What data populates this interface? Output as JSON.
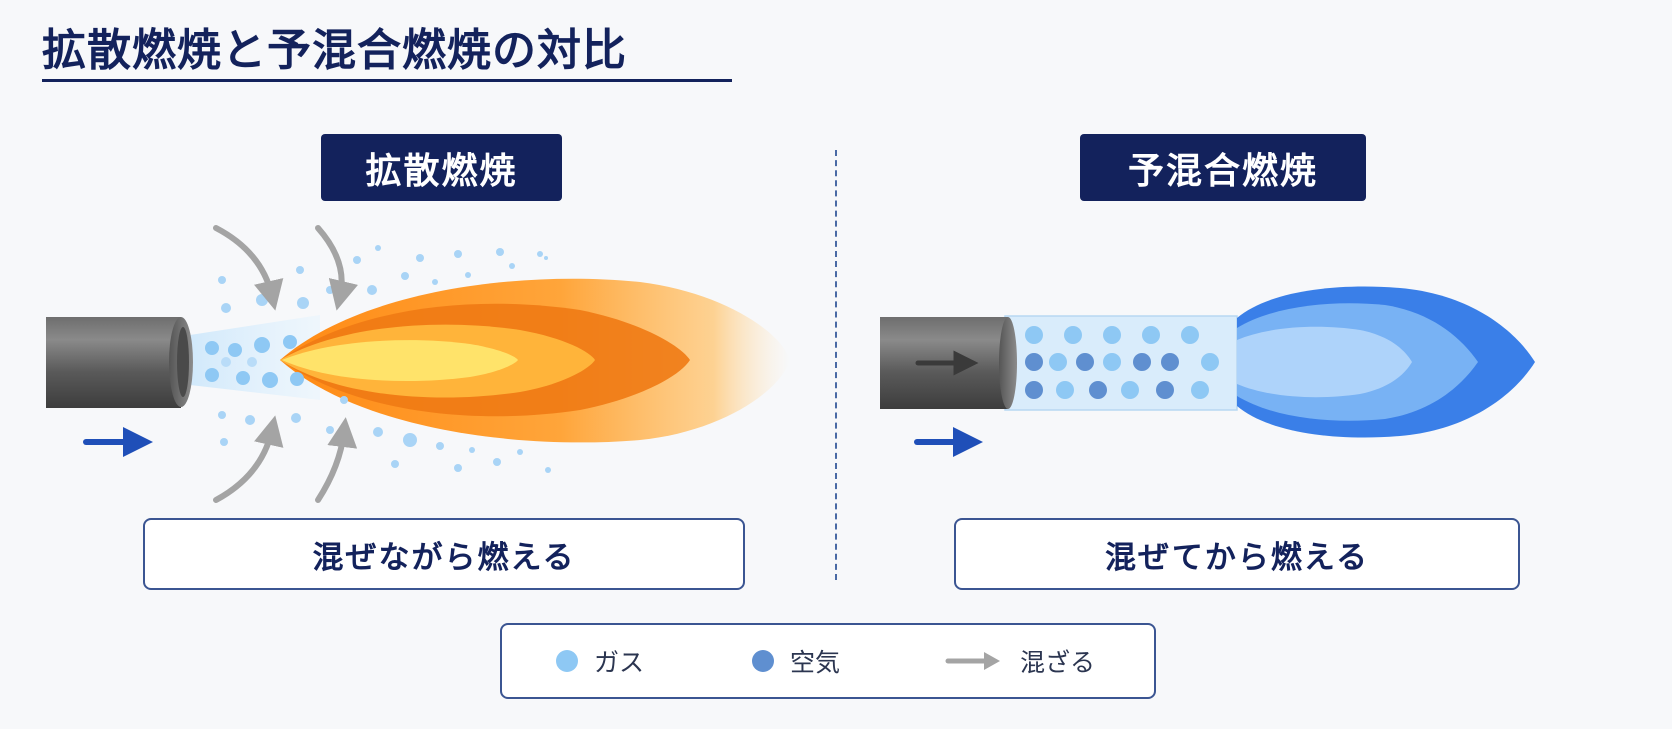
{
  "title": "拡散燃焼と予混合燃焼の対比",
  "left": {
    "label": "拡散燃焼",
    "caption": "混ぜながら燃える"
  },
  "right": {
    "label": "予混合燃焼",
    "caption": "混ぜてから燃える"
  },
  "legend": {
    "gas": "ガス",
    "air": "空気",
    "mix": "混ざる"
  },
  "colors": {
    "title": "#13225c",
    "gas": "#8ec8f4",
    "air": "#5f8fd0",
    "arrow_mix": "#a4a4a4",
    "arrow_flow": "#1f4fb8",
    "flame_orange": "#f08a1c",
    "flame_blue": "#3a7fe8"
  },
  "icons": {
    "gas": "light-blue-dot-icon",
    "air": "dark-blue-dot-icon",
    "mix": "gray-arrow-icon",
    "flow": "blue-arrow-icon"
  }
}
